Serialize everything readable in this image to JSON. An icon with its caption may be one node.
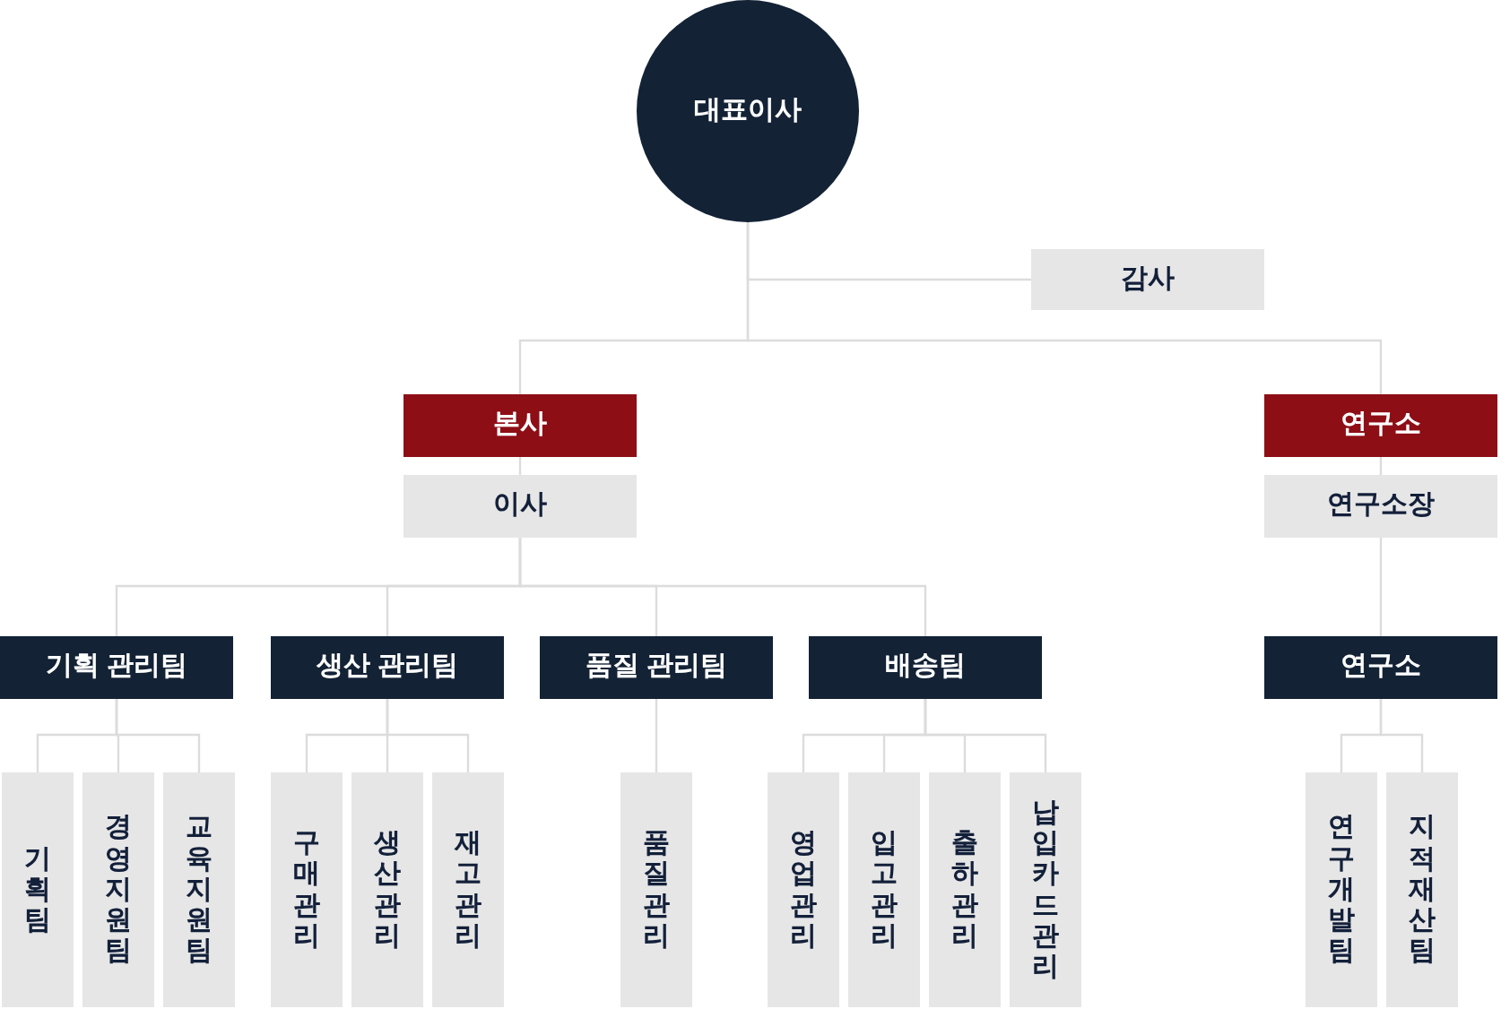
{
  "diagram": {
    "nodes": [
      {
        "text": [
          "대표이사"
        ]
      },
      {
        "text": [
          "감사"
        ]
      },
      {
        "text": [
          "본사"
        ]
      },
      {
        "text": [
          "이사"
        ]
      },
      {
        "text": [
          "연구소"
        ]
      },
      {
        "text": [
          "연구소장"
        ]
      },
      {
        "text": [
          "기획 관리팀"
        ]
      },
      {
        "text": [
          "생산 관리팀"
        ]
      },
      {
        "text": [
          "품질 관리팀"
        ]
      },
      {
        "text": [
          "배송팀"
        ]
      },
      {
        "text": [
          "연구소"
        ]
      },
      {
        "text": [
          "기획팀"
        ]
      },
      {
        "text": [
          "경영 지원팀"
        ]
      },
      {
        "text": [
          "교육 지원팀"
        ]
      },
      {
        "text": [
          "구매 관리"
        ]
      },
      {
        "text": [
          "생산 관리"
        ]
      },
      {
        "text": [
          "재고 관리"
        ]
      },
      {
        "text": [
          "품질 관리"
        ]
      },
      {
        "text": [
          "영업 관리"
        ]
      },
      {
        "text": [
          "입고 관리"
        ]
      },
      {
        "text": [
          "출하 관리"
        ]
      },
      {
        "text": [
          "납입카드 관리"
        ]
      },
      {
        "text": [
          "연구 개발팀"
        ]
      },
      {
        "text": [
          "지적 재산팀"
        ]
      }
    ],
    "edges": [
      {
        "from": 0,
        "to": 1,
        "arrow": "none"
      },
      {
        "from": 0,
        "to": 2,
        "arrow": "none"
      },
      {
        "from": 0,
        "to": 4,
        "arrow": "none"
      },
      {
        "from": 2,
        "to": 3,
        "arrow": "none"
      },
      {
        "from": 4,
        "to": 5,
        "arrow": "none"
      },
      {
        "from": 3,
        "to": 6,
        "arrow": "none"
      },
      {
        "from": 3,
        "to": 7,
        "arrow": "none"
      },
      {
        "from": 3,
        "to": 8,
        "arrow": "none"
      },
      {
        "from": 3,
        "to": 9,
        "arrow": "none"
      },
      {
        "from": 5,
        "to": 10,
        "arrow": "none"
      },
      {
        "from": 6,
        "to": 11,
        "arrow": "none"
      },
      {
        "from": 6,
        "to": 12,
        "arrow": "none"
      },
      {
        "from": 6,
        "to": 13,
        "arrow": "none"
      },
      {
        "from": 7,
        "to": 14,
        "arrow": "none"
      },
      {
        "from": 7,
        "to": 15,
        "arrow": "none"
      },
      {
        "from": 7,
        "to": 16,
        "arrow": "none"
      },
      {
        "from": 8,
        "to": 17,
        "arrow": "none"
      },
      {
        "from": 9,
        "to": 18,
        "arrow": "none"
      },
      {
        "from": 9,
        "to": 19,
        "arrow": "none"
      },
      {
        "from": 9,
        "to": 20,
        "arrow": "none"
      },
      {
        "from": 9,
        "to": 21,
        "arrow": "none"
      },
      {
        "from": 10,
        "to": 22,
        "arrow": "none"
      },
      {
        "from": 10,
        "to": 23,
        "arrow": "none"
      }
    ]
  }
}
